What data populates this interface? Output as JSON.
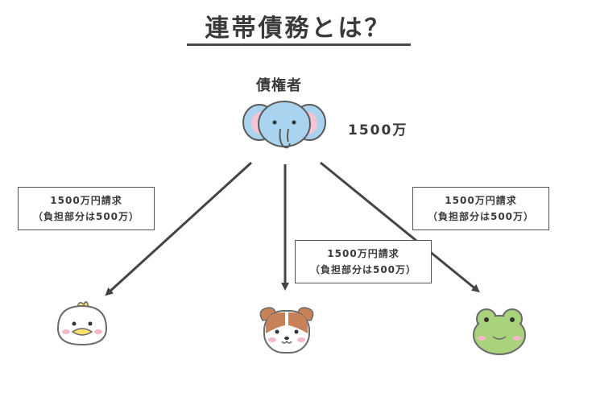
{
  "title": "連帯債務とは？",
  "creditor": {
    "label": "債権者",
    "amount": "1500万"
  },
  "claims": [
    {
      "line1": "1500万円請求",
      "line2": "（負担部分は500万）"
    },
    {
      "line1": "1500万円請求",
      "line2": "（負担部分は500万）"
    },
    {
      "line1": "1500万円請求",
      "line2": "（負担部分は500万）"
    }
  ],
  "colors": {
    "elephant": "#a9d3ee",
    "elephant_ear": "#f5c5d4",
    "chick": "#ffffff",
    "chick_beak": "#f9e26b",
    "dog_brown": "#c8825a",
    "frog": "#a8d37c",
    "cheek": "#f7b8c8",
    "arrow": "#444444"
  },
  "icons": [
    "elephant-icon",
    "chick-icon",
    "dog-icon",
    "frog-icon"
  ]
}
